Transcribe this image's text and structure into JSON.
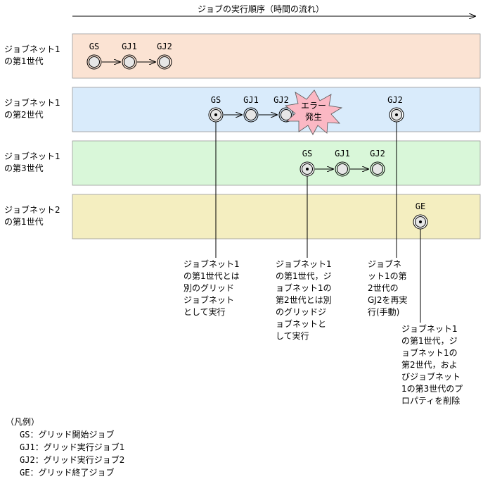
{
  "timeline_label": "ジョブの実行順序（時間の流れ）",
  "rows": [
    {
      "label": "ジョブネット1\nの第1世代",
      "color": "#fbe3d3"
    },
    {
      "label": "ジョブネット1\nの第2世代",
      "color": "#d9ebfb"
    },
    {
      "label": "ジョブネット1\nの第3世代",
      "color": "#d9f7d9"
    },
    {
      "label": "ジョブネット2\nの第1世代",
      "color": "#f4eec0"
    }
  ],
  "jobs": {
    "gs": "GS",
    "gj1": "GJ1",
    "gj2": "GJ2",
    "ge": "GE"
  },
  "error_label": [
    "エラー",
    "発生"
  ],
  "error_color": "#fbb8c4",
  "notes": [
    "ジョブネット1\nの第1世代とは\n別のグリッド\nジョブネット\nとして実行",
    "ジョブネット1\nの第1世代，ジ\nョブネット1の\n第2世代とは別\nのグリッドジ\nョブネットと\nして実行",
    "ジョブネ\nット1の第\n2世代の\nGJ2を再実\n行(手動)",
    "ジョブネット1\nの第1世代，ジ\nョブネット1の\n第2世代，およ\nびジョブネット\n1の第3世代のプ\nロパティを削除"
  ],
  "legend": {
    "title": "（凡例）",
    "items": [
      {
        "code": "GS",
        "text": "：グリッド開始ジョブ"
      },
      {
        "code": "GJ1",
        "text": "：グリッド実行ジョブ1"
      },
      {
        "code": "GJ2",
        "text": "：グリッド実行ジョブ2"
      },
      {
        "code": "GE",
        "text": "：グリッド終了ジョブ"
      }
    ]
  }
}
